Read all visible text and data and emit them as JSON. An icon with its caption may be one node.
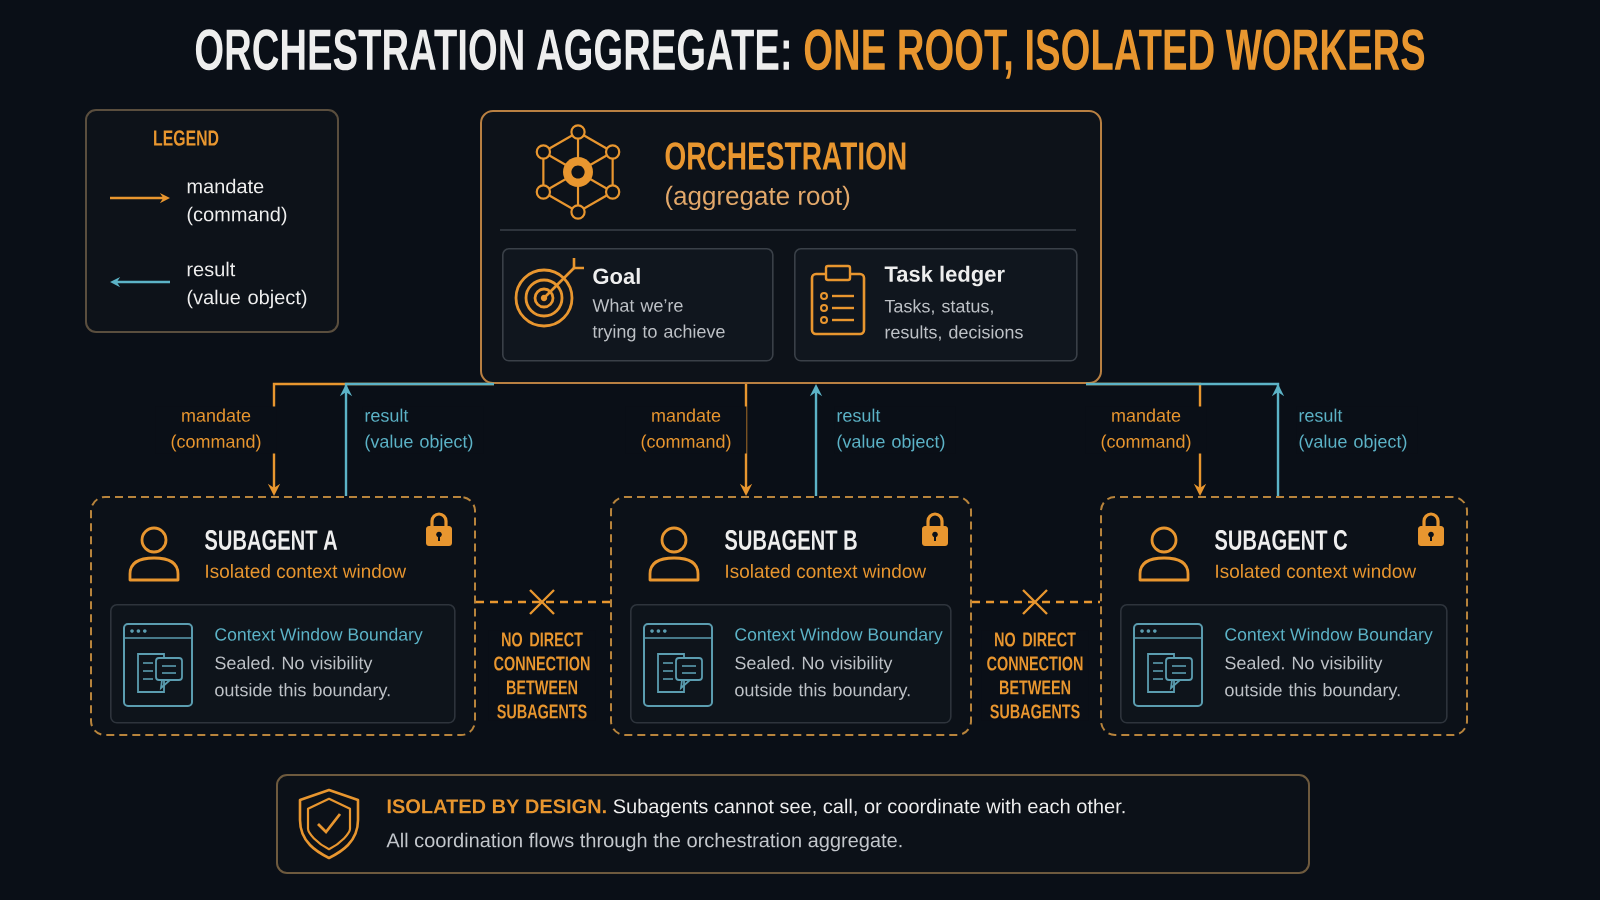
{
  "diagram": {
    "title": "ORCHESTRATION AGGREGATE: **ONE ROOT, ISOLATED WORKERS**",
    "nodes": [
      {
        "text": [
          "ORCHESTRATION",
          "(aggregate root)"
        ]
      },
      {
        "text": [
          "Goal",
          "What we’re trying to achieve"
        ],
        "in": 0
      },
      {
        "text": [
          "Task ledger",
          "Tasks, status, results, decisions"
        ],
        "in": 0
      },
      {
        "text": [
          "SUBAGENT A",
          "Isolated context window"
        ]
      },
      {
        "text": [
          "Context Window Boundary",
          "Sealed. No visibility outside this boundary."
        ],
        "in": 3
      },
      {
        "text": [
          "SUBAGENT B",
          "Isolated context window"
        ]
      },
      {
        "text": [
          "Context Window Boundary",
          "Sealed. No visibility outside this boundary."
        ],
        "in": 5
      },
      {
        "text": [
          "SUBAGENT C",
          "Isolated context window"
        ]
      },
      {
        "text": [
          "Context Window Boundary",
          "Sealed. No visibility outside this boundary."
        ],
        "in": 7
      },
      {
        "text": [
          "**ISOLATED BY DESIGN.** Subagents cannot see, call, or coordinate with each other.",
          "All coordination flows through the orchestration aggregate."
        ]
      }
    ],
    "edges": [
      {
        "from": 0,
        "to": 3,
        "arrow": "to",
        "label": "mandate (command)"
      },
      {
        "from": 3,
        "to": 0,
        "arrow": "to",
        "label": "result (value object)",
        "color": "#5cb3c7"
      },
      {
        "from": 0,
        "to": 5,
        "arrow": "to",
        "label": "mandate (command)"
      },
      {
        "from": 5,
        "to": 0,
        "arrow": "to",
        "label": "result (value object)",
        "color": "#5cb3c7"
      },
      {
        "from": 0,
        "to": 7,
        "arrow": "to",
        "label": "mandate (command)"
      },
      {
        "from": 7,
        "to": 0,
        "arrow": "to",
        "label": "result (value object)",
        "color": "#5cb3c7"
      },
      {
        "from": 3,
        "to": 5,
        "arrow": "none",
        "style": "dashed",
        "label": "NO DIRECT CONNECTION BETWEEN SUBAGENTS"
      },
      {
        "from": 5,
        "to": 7,
        "arrow": "none",
        "style": "dashed",
        "label": "NO DIRECT CONNECTION BETWEEN SUBAGENTS"
      }
    ],
    "labels": [
      "LEGEND"
    ],
    "legend": [
      {
        "text": "mandate (command)"
      },
      {
        "text": "result (value object)"
      }
    ]
  }
}
